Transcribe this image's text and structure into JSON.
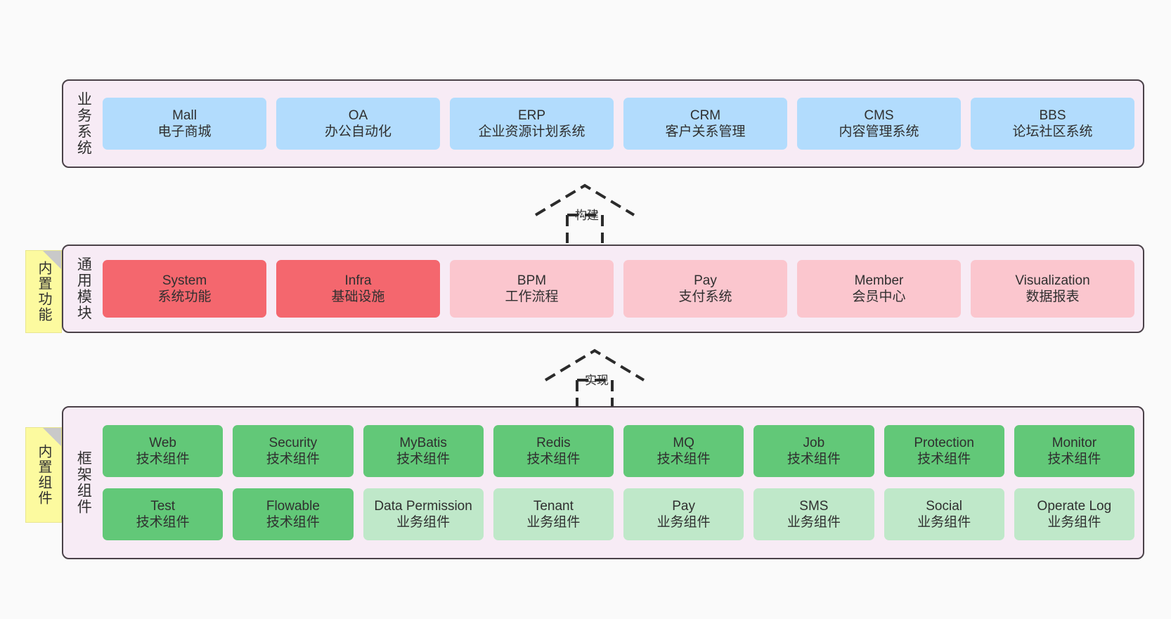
{
  "diagram": {
    "layers": [
      {
        "id": "business-systems",
        "title": "业务系统",
        "rows": [
          {
            "boxes": [
              {
                "name": "Mall",
                "sub": "电子商城",
                "style": "c-blue"
              },
              {
                "name": "OA",
                "sub": "办公自动化",
                "style": "c-blue"
              },
              {
                "name": "ERP",
                "sub": "企业资源计划系统",
                "style": "c-blue"
              },
              {
                "name": "CRM",
                "sub": "客户关系管理",
                "style": "c-blue"
              },
              {
                "name": "CMS",
                "sub": "内容管理系统",
                "style": "c-blue"
              },
              {
                "name": "BBS",
                "sub": "论坛社区系统",
                "style": "c-blue"
              }
            ]
          }
        ]
      },
      {
        "id": "common-modules",
        "title": "通用模块",
        "note": "内置功能",
        "rows": [
          {
            "boxes": [
              {
                "name": "System",
                "sub": "系统功能",
                "style": "c-red"
              },
              {
                "name": "Infra",
                "sub": "基础设施",
                "style": "c-red"
              },
              {
                "name": "BPM",
                "sub": "工作流程",
                "style": "c-pink"
              },
              {
                "name": "Pay",
                "sub": "支付系统",
                "style": "c-pink"
              },
              {
                "name": "Member",
                "sub": "会员中心",
                "style": "c-pink"
              },
              {
                "name": "Visualization",
                "sub": "数据报表",
                "style": "c-pink"
              }
            ]
          }
        ]
      },
      {
        "id": "framework-components",
        "title": "框架组件",
        "note": "内置组件",
        "rows": [
          {
            "boxes": [
              {
                "name": "Web",
                "sub": "技术组件",
                "style": "c-green"
              },
              {
                "name": "Security",
                "sub": "技术组件",
                "style": "c-green"
              },
              {
                "name": "MyBatis",
                "sub": "技术组件",
                "style": "c-green"
              },
              {
                "name": "Redis",
                "sub": "技术组件",
                "style": "c-green"
              },
              {
                "name": "MQ",
                "sub": "技术组件",
                "style": "c-green"
              },
              {
                "name": "Job",
                "sub": "技术组件",
                "style": "c-green"
              },
              {
                "name": "Protection",
                "sub": "技术组件",
                "style": "c-green"
              },
              {
                "name": "Monitor",
                "sub": "技术组件",
                "style": "c-green"
              }
            ]
          },
          {
            "boxes": [
              {
                "name": "Test",
                "sub": "技术组件",
                "style": "c-green"
              },
              {
                "name": "Flowable",
                "sub": "技术组件",
                "style": "c-green"
              },
              {
                "name": "Data Permission",
                "sub": "业务组件",
                "style": "c-lightgreen"
              },
              {
                "name": "Tenant",
                "sub": "业务组件",
                "style": "c-lightgreen"
              },
              {
                "name": "Pay",
                "sub": "业务组件",
                "style": "c-lightgreen"
              },
              {
                "name": "SMS",
                "sub": "业务组件",
                "style": "c-lightgreen"
              },
              {
                "name": "Social",
                "sub": "业务组件",
                "style": "c-lightgreen"
              },
              {
                "name": "Operate Log",
                "sub": "业务组件",
                "style": "c-lightgreen"
              }
            ]
          }
        ]
      }
    ],
    "connectors": [
      {
        "id": "build",
        "label": "构建",
        "kind": "dashed-generalization-up"
      },
      {
        "id": "implement",
        "label": "实现",
        "kind": "dashed-generalization-up"
      }
    ],
    "colors": {
      "panel_bg": "#f7ebf5",
      "panel_border": "#4a4148",
      "blue": "#b2dcfd",
      "red": "#f4676e",
      "pink": "#fbc6ce",
      "green": "#62c878",
      "light_green": "#bfe8c9",
      "note_yellow": "#fcfa9f",
      "canvas_bg": "#fafafa"
    }
  }
}
